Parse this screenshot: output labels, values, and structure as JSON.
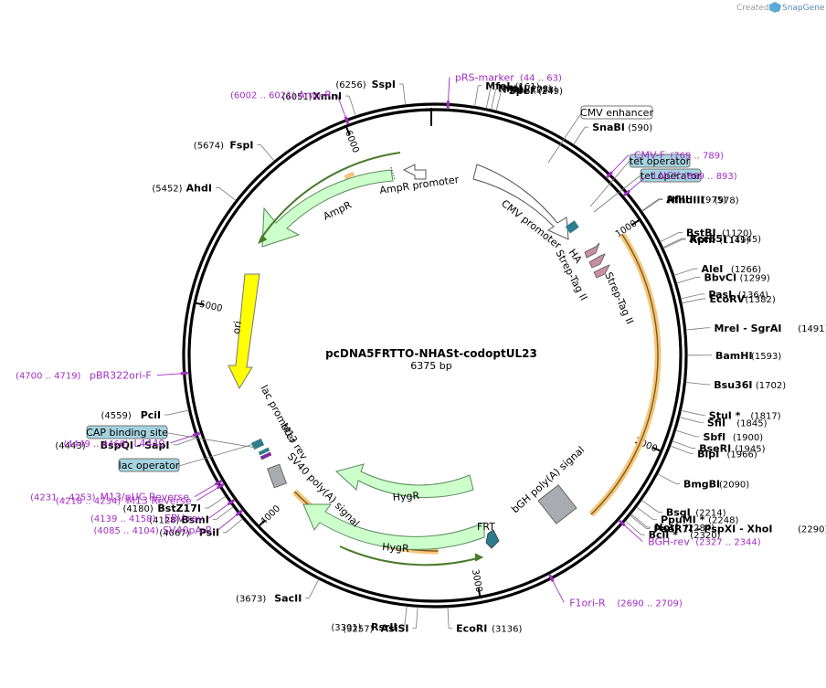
{
  "header": {
    "credit": "Created by",
    "brand": "SnapGene"
  },
  "plasmid": {
    "name": "pcDNA5FRTTO-NHASt-codoptUL23",
    "size_label": "6375 bp",
    "length": 6375
  },
  "ticks": [
    {
      "label": "1000",
      "bp": 1000
    },
    {
      "label": "2000",
      "bp": 2000
    },
    {
      "label": "3000",
      "bp": 3000
    },
    {
      "label": "4000",
      "bp": 4000
    },
    {
      "label": "5000",
      "bp": 5000
    },
    {
      "label": "6000",
      "bp": 6000
    }
  ],
  "sites": [
    {
      "name": "SspI",
      "pos": "(6256)",
      "bp": 6256,
      "side": "L"
    },
    {
      "name": "XmnI",
      "pos": "(6051)",
      "bp": 6051,
      "side": "L"
    },
    {
      "name": "FspI",
      "pos": "(5674)",
      "bp": 5674,
      "side": "L"
    },
    {
      "name": "AhdI",
      "pos": "(5452)",
      "bp": 5452,
      "side": "L"
    },
    {
      "name": "MfeI",
      "pos": "(161)",
      "bp": 161,
      "side": "R"
    },
    {
      "name": "NruI",
      "pos": "(208)",
      "bp": 208,
      "side": "R"
    },
    {
      "name": "MluI",
      "pos": "(228)",
      "bp": 228,
      "side": "R"
    },
    {
      "name": "SpeI",
      "pos": "(249)",
      "bp": 249,
      "side": "R"
    },
    {
      "name": "SnaBI",
      "pos": "(590)",
      "bp": 590,
      "side": "R"
    },
    {
      "name": "AflII",
      "pos": "(975)",
      "bp": 975,
      "side": "R"
    },
    {
      "name": "HindIII",
      "pos": "(978)",
      "bp": 978,
      "side": "R"
    },
    {
      "name": "BstBI",
      "pos": "(1120)",
      "bp": 1120,
      "side": "R"
    },
    {
      "name": "Acc65I",
      "pos": "(1145)",
      "bp": 1145,
      "side": "R"
    },
    {
      "name": "KpnI",
      "pos": "(1149)",
      "bp": 1149,
      "side": "R"
    },
    {
      "name": "AleI",
      "pos": "(1266)",
      "bp": 1266,
      "side": "R"
    },
    {
      "name": "BbvCI",
      "pos": "(1299)",
      "bp": 1299,
      "side": "R"
    },
    {
      "name": "PasI",
      "pos": "(1364)",
      "bp": 1364,
      "side": "R"
    },
    {
      "name": "EcoRV",
      "pos": "(1382)",
      "bp": 1382,
      "side": "R"
    },
    {
      "name": "MreI  - SgrAI",
      "pos": "(1491)",
      "bp": 1491,
      "side": "R"
    },
    {
      "name": "BamHI",
      "pos": "(1593)",
      "bp": 1593,
      "side": "R"
    },
    {
      "name": "Bsu36I",
      "pos": "(1702)",
      "bp": 1702,
      "side": "R"
    },
    {
      "name": "StuI *",
      "pos": "(1817)",
      "bp": 1817,
      "side": "R"
    },
    {
      "name": "SfiI",
      "pos": "(1845)",
      "bp": 1845,
      "side": "R"
    },
    {
      "name": "SbfI",
      "pos": "(1900)",
      "bp": 1900,
      "side": "R"
    },
    {
      "name": "BseRI",
      "pos": "(1945)",
      "bp": 1945,
      "side": "R"
    },
    {
      "name": "BlpI",
      "pos": "(1966)",
      "bp": 1966,
      "side": "R"
    },
    {
      "name": "BmgBI",
      "pos": "(2090)",
      "bp": 2090,
      "side": "R"
    },
    {
      "name": "BsgI",
      "pos": "(2214)",
      "bp": 2214,
      "side": "R"
    },
    {
      "name": "PpuMI *",
      "pos": "(2248)",
      "bp": 2248,
      "side": "R"
    },
    {
      "name": "NotI",
      "pos": "(2284)",
      "bp": 2284,
      "side": "R"
    },
    {
      "name": "PaeR7I  - PspXI  - XhoI",
      "pos": "(2290)",
      "bp": 2290,
      "side": "R"
    },
    {
      "name": "BclI *",
      "pos": "(2320)",
      "bp": 2320,
      "side": "R"
    },
    {
      "name": "EcoRI",
      "pos": "(3136)",
      "bp": 3136,
      "side": "R"
    },
    {
      "name": "AsiSI",
      "pos": "(3257)",
      "bp": 3257,
      "side": "L"
    },
    {
      "name": "RsrII",
      "pos": "(3301)",
      "bp": 3301,
      "side": "L"
    },
    {
      "name": "SacII",
      "pos": "(3673)",
      "bp": 3673,
      "side": "L"
    },
    {
      "name": "PsiI",
      "pos": "(4067)",
      "bp": 4067,
      "side": "L"
    },
    {
      "name": "BsmI",
      "pos": "(4128)",
      "bp": 4128,
      "side": "L"
    },
    {
      "name": "BstZ17I",
      "pos": "(4180)",
      "bp": 4180,
      "side": "L"
    },
    {
      "name": "BspQI  - SapI",
      "pos": "(4443)",
      "bp": 4443,
      "side": "L"
    },
    {
      "name": "PciI",
      "pos": "(4559)",
      "bp": 4559,
      "side": "L"
    }
  ],
  "primers": [
    {
      "name": "pRS-marker",
      "range": "(44 .. 63)",
      "bp": 53
    },
    {
      "name": "Amp-R",
      "range": "(6002 .. 6021)",
      "bp": 6011
    },
    {
      "name": "CMV-F",
      "range": "(769 .. 789)",
      "bp": 779
    },
    {
      "name": "LNCX",
      "range": "(869 .. 893)",
      "bp": 881
    },
    {
      "name": "pBR322ori-F",
      "range": "(4700 .. 4719)",
      "bp": 4709
    },
    {
      "name": "L4440",
      "range": "(4449 .. 4466)",
      "bp": 4457
    },
    {
      "name": "M13/pUC Reverse",
      "range": "(4231 .. 4253)",
      "bp": 4242
    },
    {
      "name": "M13 Reverse",
      "range": "(4218 .. 4234)",
      "bp": 4226
    },
    {
      "name": "EBV-rev",
      "range": "(4139 .. 4158)",
      "bp": 4148
    },
    {
      "name": "SV40pA-R",
      "range": "(4085 .. 4104)",
      "bp": 4094
    },
    {
      "name": "BGH-rev",
      "range": "(2327 .. 2344)",
      "bp": 2335
    },
    {
      "name": "F1ori-R",
      "range": "(2690 .. 2709)",
      "bp": 2699
    }
  ],
  "boxed_features": {
    "cmv_enhancer": "CMV enhancer",
    "tet_operator_1": "tet operator",
    "tet_operator_2": "tet operator",
    "cap_binding_site": "CAP binding site",
    "lac_operator": "lac operator"
  },
  "features": {
    "cmv_promoter": "CMV promoter",
    "ha": "HA",
    "strep_tag_1": "Strep-Tag II",
    "strep_tag_2": "Strep-Tag II",
    "ampr": "AmpR",
    "ampr_promoter": "AmpR promoter",
    "ori": "ori",
    "lac_promoter": "lac promoter",
    "m13_rev": "M13 rev",
    "sv40_polya": "SV40 poly(A) signal",
    "hygr_1": "HygR",
    "hygr_2": "HygR",
    "frt": "FRT",
    "bgh_polya": "bGH poly(A) signal"
  },
  "colors": {
    "backbone": "#000000",
    "resistance": "#ccffcc",
    "resistance_stroke": "#5a8a5a",
    "ori": "#ffff00",
    "promoter": "#ffffff",
    "grey_feature": "#a8acb0",
    "teal": "#2e7d8c",
    "tag": "#c98fa0",
    "orf_highlight": "#f5c67a",
    "primer": "#a32cc4",
    "box_fill": "#a5d3df"
  }
}
